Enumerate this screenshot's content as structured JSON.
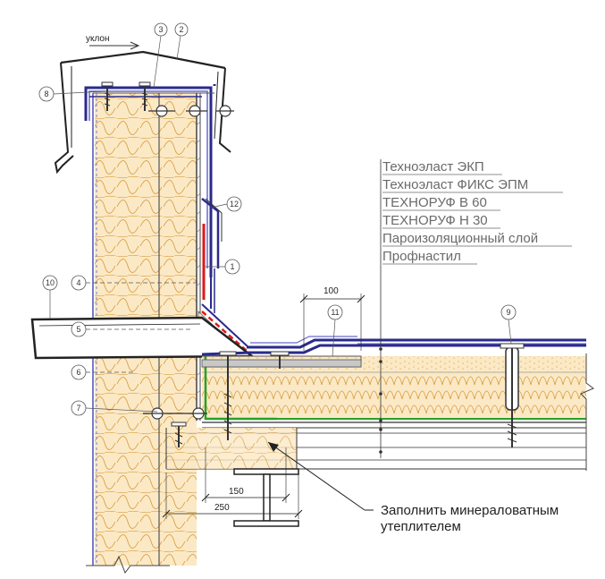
{
  "slope_label": "уклон",
  "layers": [
    "Техноэласт ЭКП",
    "Техноэласт ФИКС ЭПМ",
    "ТЕХНОРУФ В 60",
    "ТЕХНОРУФ Н 30",
    "Пароизоляционный слой",
    "Профнастил"
  ],
  "dimensions": {
    "d100": "100",
    "d150": "150",
    "d250": "250"
  },
  "note": {
    "line1": "Заполнить минераловатным",
    "line2": "утеплителем"
  },
  "callouts": [
    "1",
    "2",
    "3",
    "4",
    "5",
    "6",
    "7",
    "8",
    "9",
    "10",
    "11",
    "12"
  ],
  "colors": {
    "membrane": "#2a2a8c",
    "insulation_fill": "#fbe9c6",
    "insulation_wave": "#d79a3a",
    "vapor": "#2aa02a",
    "red": "#e01818",
    "wall_edge": "#7a7acc"
  }
}
